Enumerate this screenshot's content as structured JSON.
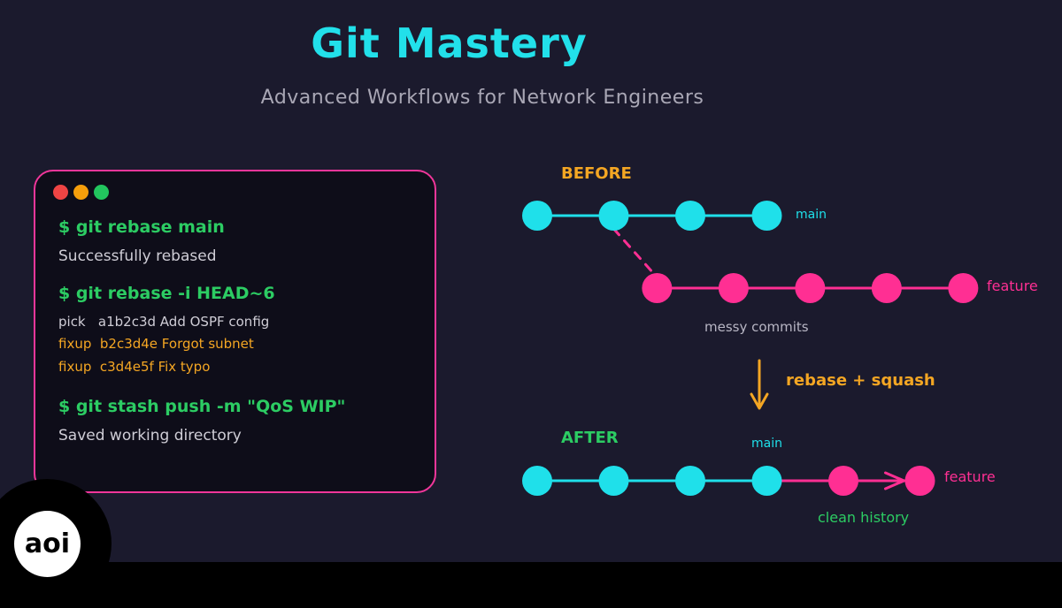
{
  "header": {
    "title": "Git Mastery",
    "subtitle": "Advanced Workflows for Network Engineers"
  },
  "terminal": {
    "window_dots": [
      "#ef4444",
      "#f59e0b",
      "#22c55e"
    ],
    "lines": [
      {
        "type": "cmd",
        "text": "$ git rebase main"
      },
      {
        "type": "out",
        "text": "Successfully rebased"
      },
      {
        "type": "cmd",
        "text": "$ git rebase -i HEAD~6"
      },
      {
        "type": "out-sm",
        "text": "pick   a1b2c3d Add OSPF config"
      },
      {
        "type": "fix",
        "text": "fixup  b2c3d4e Forgot subnet"
      },
      {
        "type": "fix",
        "text": "fixup  c3d4e5f Fix typo"
      },
      {
        "type": "cmd",
        "text": "$ git stash push -m \"QoS WIP\""
      },
      {
        "type": "out",
        "text": "Saved working directory"
      }
    ]
  },
  "diagram": {
    "before_label": "BEFORE",
    "after_label": "AFTER",
    "main_label": "main",
    "feature_label": "feature",
    "messy_label": "messy commits",
    "transition_label": "rebase + squash",
    "clean_label": "clean history",
    "before_main_commits": 4,
    "before_feature_commits": 5,
    "feature_branches_from_commit": 2,
    "after_main_commits": 4,
    "after_feature_commits": 2,
    "colors": {
      "main": "#1fe0ea",
      "feature": "#ff2f93",
      "before": "#f4a623",
      "after": "#2ccc63",
      "muted": "#b8b6c4"
    }
  },
  "logo": {
    "text": "aoi"
  }
}
